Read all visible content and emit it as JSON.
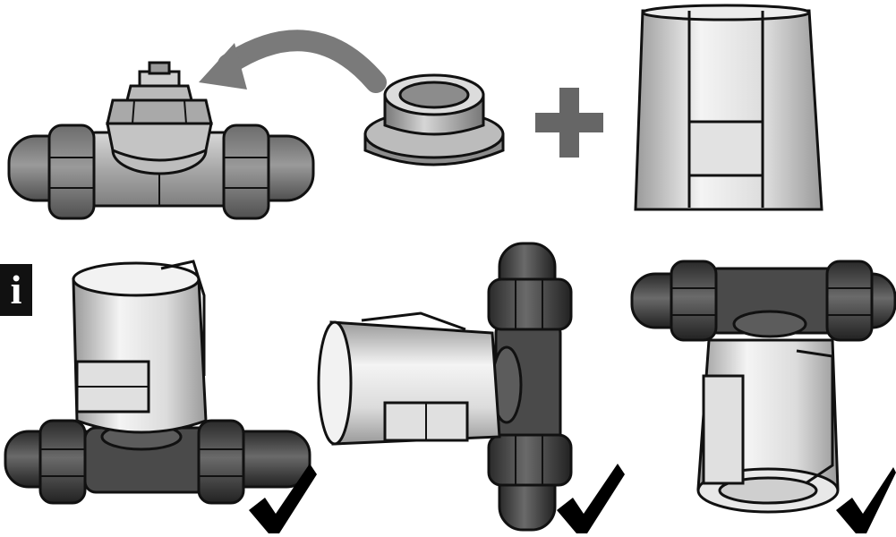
{
  "info_badge": {
    "glyph": "i",
    "icon": "info-icon"
  },
  "steps": [
    {
      "id": "remove-old-head",
      "icons": [
        "valve-icon",
        "curved-arrow-icon",
        "adapter-ring-icon"
      ]
    },
    {
      "id": "combine",
      "icons": [
        "plus-icon",
        "actuator-icon"
      ]
    }
  ],
  "mounting_orientations": [
    {
      "id": "vertical-up",
      "approved": true,
      "icon": "checkmark-icon"
    },
    {
      "id": "horizontal",
      "approved": true,
      "icon": "checkmark-icon"
    },
    {
      "id": "vertical-down",
      "approved": true,
      "icon": "checkmark-icon"
    }
  ],
  "colors": {
    "line": "#111111",
    "valve_light": "#bdbdbd",
    "valve_dark": "#4a4a4a",
    "actuator": "#e8e8e8",
    "arrow": "#7a7a7a",
    "plus": "#666666"
  }
}
